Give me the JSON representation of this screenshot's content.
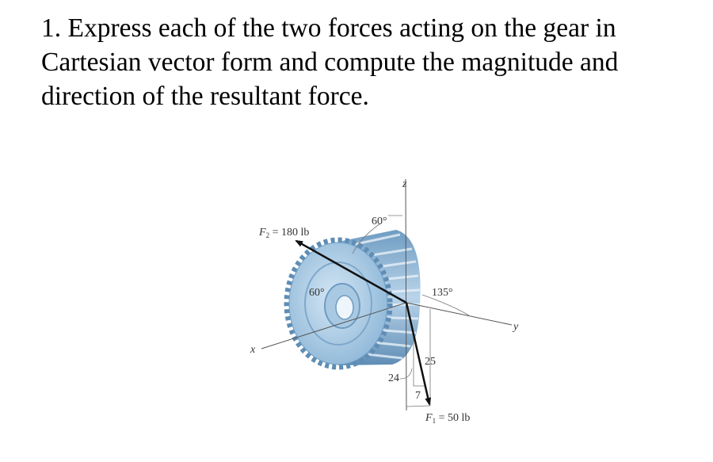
{
  "problem": {
    "number": "1.",
    "text": "Express each of the two forces acting on the gear in Cartesian vector form and compute the magnitude and direction of the resultant force."
  },
  "figure": {
    "axes": {
      "x": "x",
      "y": "y",
      "z": "z"
    },
    "f2_label": "F",
    "f2_sub": "2",
    "f2_value": " = 180 lb",
    "f1_label": "F",
    "f1_sub": "1",
    "f1_value": " = 50 lb",
    "angle_top": "60°",
    "angle_left": "60°",
    "angle_right": "135°",
    "dim_25": "25",
    "dim_24": "24",
    "dim_7": "7",
    "gear_color": "#8fb8d8"
  }
}
